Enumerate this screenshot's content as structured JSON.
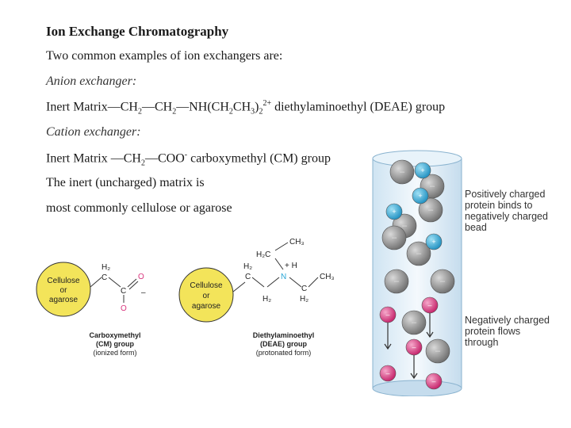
{
  "title": "Ion Exchange Chromatography",
  "intro": "Two common examples of ion exchangers are:",
  "anion": {
    "heading": "Anion exchanger:",
    "line_prefix": "Inert Matrix—CH",
    "line_ch2": "—CH",
    "line_nh": "—NH(CH",
    "line_ch2b": "CH",
    "line_close": ")",
    "line_charge": "2+",
    "line_suffix": " diethylaminoethyl (DEAE) group",
    "sub2": "2",
    "sub3": "3"
  },
  "cation": {
    "heading": "Cation exchanger:",
    "line_prefix": "Inert Matrix —CH",
    "line_coo": "—COO",
    "line_charge": "-",
    "line_suffix": " carboxymethyl (CM) group",
    "sub2": "2"
  },
  "matrix_line1": "The inert (uncharged) matrix is",
  "matrix_line2": "most commonly cellulose or agarose",
  "structures": {
    "bead_line1": "Cellulose",
    "bead_line2": "or",
    "bead_line3": "agarose",
    "cm": {
      "h2": "H₂",
      "c1": "C",
      "c2": "C",
      "o1": "O",
      "o2": "O",
      "minus": "–",
      "cap_line1": "Carboxymethyl",
      "cap_line2": "(CM) group",
      "cap_line3": "(ionized form)"
    },
    "deae": {
      "ch3_top": "CH₃",
      "h2c": "H₂C",
      "h2_left": "H₂",
      "c_left": "C",
      "h2_below": "H₂",
      "plus_h": "+ H",
      "n": "N",
      "c_right": "C",
      "h2_right": "H₂",
      "ch3_right": "CH₃",
      "cap_line1": "Diethylaminoethyl",
      "cap_line2": "(DEAE) group",
      "cap_line3": "(protonated form)"
    }
  },
  "column": {
    "positive_note": [
      "Positively charged",
      "protein binds to",
      "negatively charged",
      "bead"
    ],
    "negative_note": [
      "Negatively charged",
      "protein flows",
      "through"
    ],
    "bead_sign": "–",
    "pos_sign": "+",
    "colors": {
      "bead": "#8e8e8e",
      "positive_protein": "#29a6d6",
      "negative_protein": "#d9357d",
      "cellulose": "#f3e45a"
    }
  }
}
